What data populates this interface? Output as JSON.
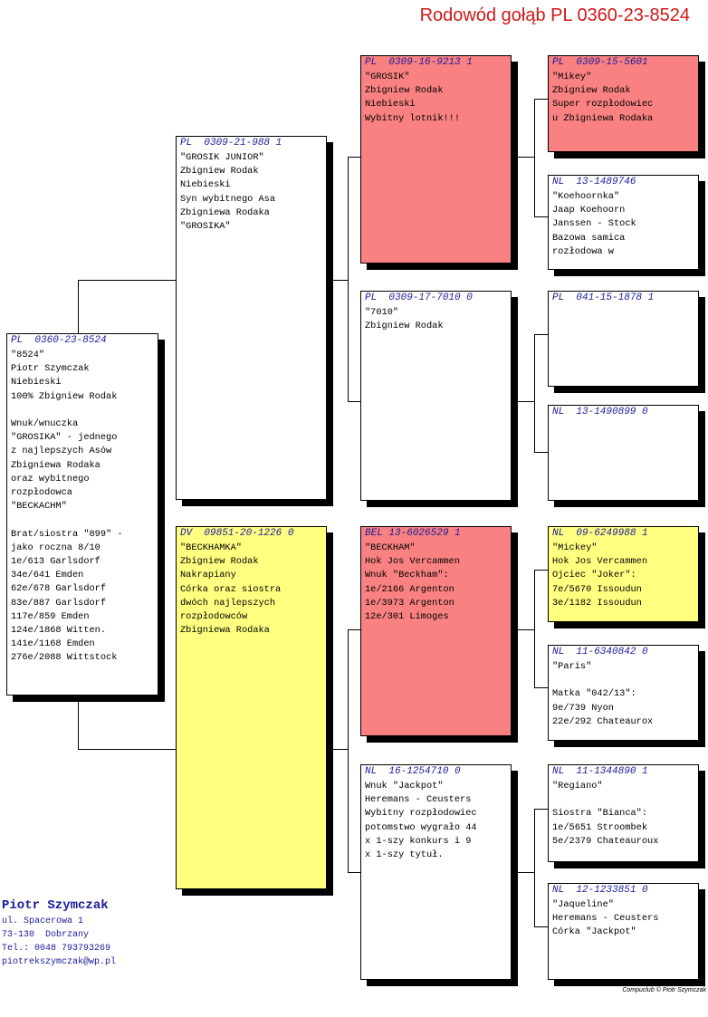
{
  "title": "Rodowód gołąb PL  0360-23-8524",
  "cards": {
    "subject": {
      "ring": "PL  0360-23-8524",
      "text": "\"8524\"\nPiotr Szymczak\nNiebieski\n100% Zbigniew Rodak\n\nWnuk/wnuczka\n\"GROSIKA\" - jednego\nz najlepszych Asów\nZbigniewa Rodaka\noraz wybitnego\nrozpłodowca\n\"BECKACHM\"\n\nBrat/siostra \"899\" -\njako roczna 8/10\n1e/613 Garlsdorf\n34e/641 Emden\n62e/678 Garlsdorf\n83e/887 Garlsdorf\n117e/859 Emden\n124e/1868 Witten.\n141e/1168 Emden\n276e/2088 Wittstock"
    },
    "father": {
      "ring": "PL  0309-21-988 1",
      "text": "\"GROSIK JUNIOR\"\nZbigniew Rodak\nNiebieski\nSyn wybitnego Asa\nZbigniewa Rodaka\n\"GROSIKA\""
    },
    "mother": {
      "ring": "DV  09851-20-1226 0",
      "text": "\"BECKHAMKA\"\nZbigniew Rodak\nNakrapiany\nCórka oraz siostra\ndwóch najlepszych\nrozpłodowców\nZbigniewa Rodaka"
    },
    "ff": {
      "ring": "PL  0309-16-9213 1",
      "text": "\"GROSIK\"\nZbigniew Rodak\nNiebieski\nWybitny lotnik!!!"
    },
    "fm": {
      "ring": "PL  0309-17-7010 0",
      "text": "\"7010\"\nZbigniew Rodak"
    },
    "mf": {
      "ring": "BEL 13-6026529 1",
      "text": "\"BECKHAM\"\nHok Jos Vercammen\nWnuk \"Beckham\":\n1e/2166 Argenton\n1e/3973 Argenton\n12e/301 Limoges"
    },
    "mm": {
      "ring": "NL  16-1254710 0",
      "text": "Wnuk \"Jackpot\"\nHeremans - Ceusters\nWybitny rozpłodowiec\npotomstwo wygrało 44\nx 1-szy konkurs i 9\nx 1-szy tytuł."
    },
    "fff": {
      "ring": "PL  0309-15-5601",
      "text": "\"Mikey\"\nZbigniew Rodak\nSuper rozpłodowiec\nu Zbigniewa Rodaka"
    },
    "ffm": {
      "ring": "NL  13-1489746",
      "text": "\"Koehoornka\"\nJaap Koehoorn\nJanssen - Stock\nBazowa samica\nrozłodowa w"
    },
    "fmf": {
      "ring": "PL  041-15-1878 1",
      "text": ""
    },
    "fmm": {
      "ring": "NL  13-1490899 0",
      "text": ""
    },
    "mff": {
      "ring": "NL  09-6249988 1",
      "text": "\"Mickey\"\nHok Jos Vercammen\nOjciec \"Joker\":\n7e/5670 Issoudun\n3e/1182 Issoudun"
    },
    "mfm": {
      "ring": "NL  11-6340842 0",
      "text": "\"Paris\"\n\nMatka \"042/13\":\n9e/739 Nyon\n22e/292 Chateaurox"
    },
    "mmf": {
      "ring": "NL  11-1344890 1",
      "text": "\"Regiano\"\n\nSiostra \"Bianca\":\n1e/5651 Stroombek\n5e/2379 Chateauroux"
    },
    "mmm": {
      "ring": "NL  12-1233851 0",
      "text": "\"Jaqueline\"\nHeremans - Ceusters\nCórka \"Jackpot\""
    }
  },
  "owner": {
    "name": "Piotr Szymczak",
    "address": "ul. Spacerowa 1\n73-130  Dobrzany\nTel.: 0048 793793269\npiotrekszymczak@wp.pl"
  },
  "footer": "Compuclub © Piotr Szymczak",
  "colors": {
    "pink": "#f98181",
    "yellow": "#ffff80",
    "ring_text": "#1a1a9c",
    "title": "#d01818"
  }
}
